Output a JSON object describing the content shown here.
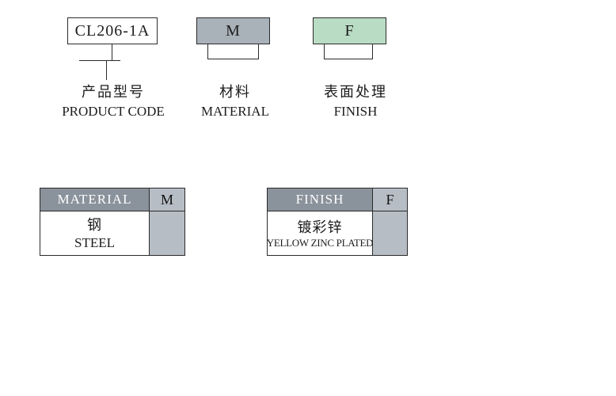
{
  "diagram": {
    "product_code": "CL206-1A",
    "material_code": "M",
    "finish_code": "F",
    "labels": {
      "product_cn": "产品型号",
      "product_en": "PRODUCT CODE",
      "material_cn": "材料",
      "material_en": "MATERIAL",
      "finish_cn": "表面处理",
      "finish_en": "FINISH"
    }
  },
  "tables": {
    "material": {
      "header": "MATERIAL",
      "code": "M",
      "rows": [
        {
          "cn": "钢",
          "en": "STEEL"
        }
      ]
    },
    "finish": {
      "header": "FINISH",
      "code": "F",
      "rows": [
        {
          "cn": "镀彩锌",
          "en": "YELLOW ZINC PLATED"
        }
      ]
    }
  },
  "colors": {
    "table_header_gray": "#8a929b",
    "light_gray": "#b6bdc4",
    "material_box_gray": "#a9b1b9",
    "finish_green": "#b9dcc4",
    "line_color": "#2b2b2b"
  }
}
